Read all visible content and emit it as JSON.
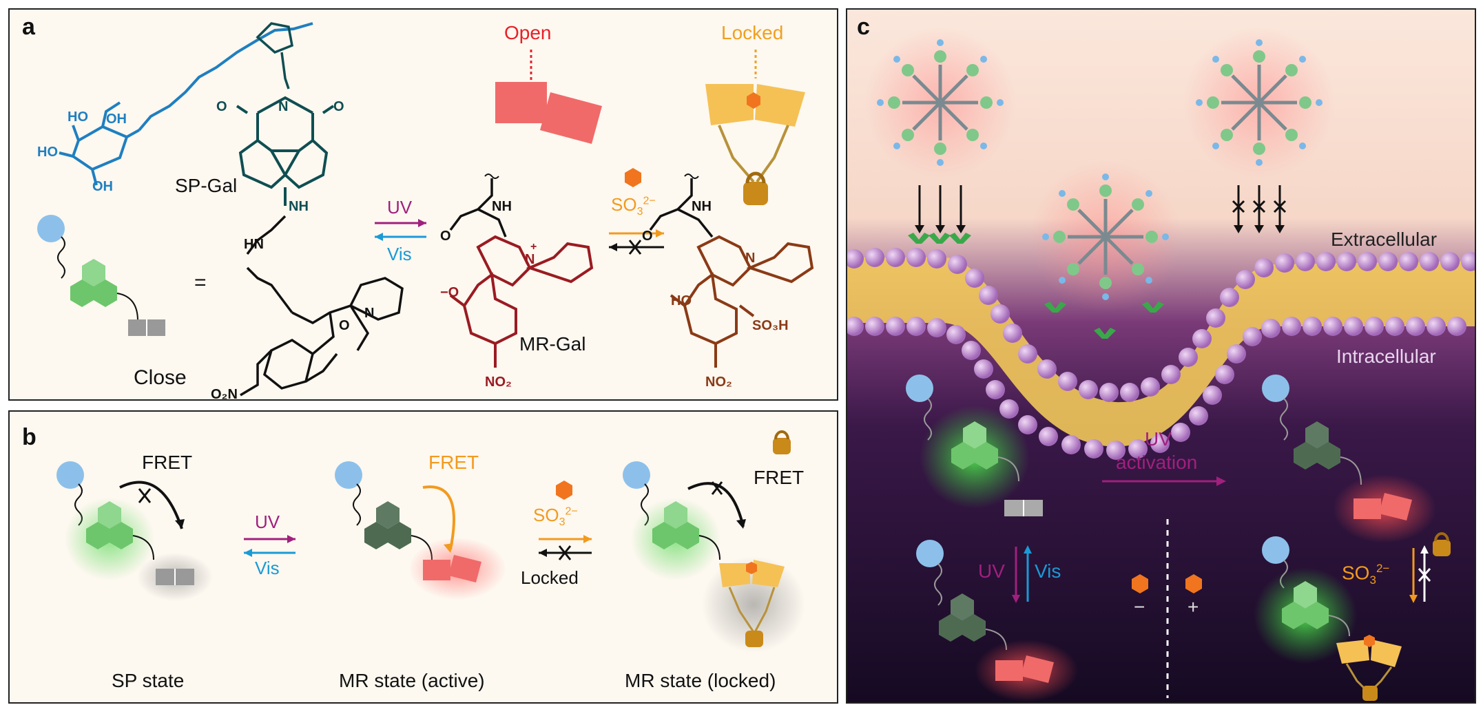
{
  "panel_a": {
    "label": "a",
    "sp_gal": "SP-Gal",
    "equals": "=",
    "close": "Close",
    "uv": "UV",
    "vis": "Vis",
    "open": "Open",
    "locked": "Locked",
    "mr_gal": "MR-Gal",
    "so3": "SO",
    "so3_sub": "3",
    "so3_sup": "2−",
    "atoms": {
      "ho": "HO",
      "oh": "OH",
      "o": "O",
      "n": "N",
      "nh": "NH",
      "hn": "HN",
      "o2n": "O₂N",
      "no2": "NO₂",
      "o_minus": "−O",
      "n_plus": "+",
      "so3h": "SO₃H"
    }
  },
  "panel_b": {
    "label": "b",
    "fret": "FRET",
    "uv": "UV",
    "vis": "Vis",
    "so3": "SO",
    "so3_sub": "3",
    "so3_sup": "2−",
    "locked": "Locked",
    "sp_state": "SP state",
    "mr_active": "MR state (active)",
    "mr_locked": "MR state (locked)"
  },
  "panel_c": {
    "label": "c",
    "extracellular": "Extracellular",
    "intracellular": "Intracellular",
    "uv": "UV",
    "activation": "activation",
    "uv2": "UV",
    "vis": "Vis",
    "minus": "−",
    "plus": "+",
    "so3": "SO",
    "so3_sub": "3",
    "so3_sup": "2−"
  },
  "colors": {
    "uv_purple": "#a0207e",
    "vis_blue": "#1a9ad6",
    "sulfite_orange": "#f29a1e",
    "fluor_green": "#5cc468",
    "mr_red": "#f05a5a",
    "sugar_blue": "#1f7fc0",
    "naph_teal": "#0f4e52",
    "mr_darkred": "#9a1b22",
    "locked_brown": "#8a3a16",
    "open_red": "#e8202a",
    "locked_orange": "#f0a020"
  }
}
